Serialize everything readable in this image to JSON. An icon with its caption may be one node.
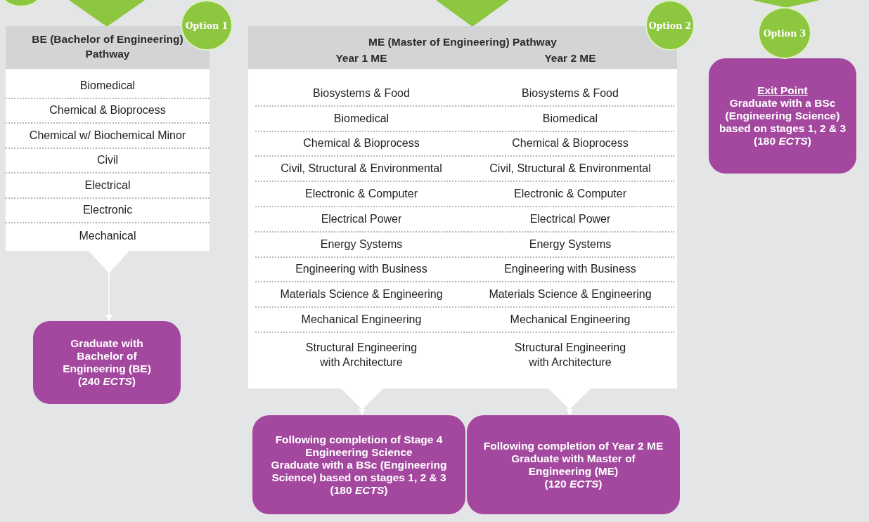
{
  "diagram": {
    "nodes": [
      {
        "text": [],
        "shape": "circle"
      },
      {
        "text": [
          "Option 1"
        ]
      },
      {
        "text": [
          "BE (Bachelor of Engineering) Pathway",
          "Biomedical",
          "Chemical & Bioprocess",
          "Chemical w/ Biochemical Minor",
          "Civil",
          "Electrical",
          "Electronic",
          "Mechanical"
        ]
      },
      {
        "text": [
          "Option 2"
        ]
      },
      {
        "text": [
          "ME (Master of Engineering) Pathway"
        ]
      },
      {
        "text": [
          "Year 1 ME",
          "Biosystems & Food",
          "Biomedical",
          "Chemical & Bioprocess",
          "Civil, Structural & Environmental",
          "Electronic & Computer",
          "Electrical Power",
          "Energy Systems",
          "Engineering with Business",
          "Materials Science & Engineering",
          "Mechanical Engineering",
          "Structural Engineering with Architecture"
        ],
        "in": 4
      },
      {
        "text": [
          "Year 2 ME",
          "Biosystems & Food",
          "Biomedical",
          "Chemical & Bioprocess",
          "Civil, Structural & Environmental",
          "Electronic & Computer",
          "Electrical Power",
          "Energy Systems",
          "Engineering with Business",
          "Materials Science & Engineering",
          "Mechanical Engineering",
          "Structural Engineering with Architecture"
        ],
        "in": 4
      },
      {
        "text": [
          "Option 3"
        ]
      },
      {
        "text": [
          "Exit Point",
          "Graduate with a BSc (Engineering Science)",
          "based on stages 1, 2 & 3",
          "(180 *ECTS*)"
        ]
      },
      {
        "text": [
          "Graduate with Bachelor of Engineering (BE)",
          "(240 *ECTS*)"
        ]
      },
      {
        "text": [
          "Following completion of Stage 4 Engineering Science",
          "Graduate with a BSc (Engineering Science) based on stages 1, 2 & 3",
          "(180 *ECTS*)"
        ]
      },
      {
        "text": [
          "Following completion of Year 2 ME",
          "Graduate with Master of Engineering (ME)",
          "(120 *ECTS*)"
        ]
      }
    ],
    "edges": [
      {
        "from": null,
        "to": 2,
        "arrow": "to",
        "color": "#8dc63f"
      },
      {
        "from": null,
        "to": 4,
        "arrow": "to",
        "color": "#8dc63f"
      },
      {
        "from": null,
        "to": 7,
        "arrow": "to",
        "color": "#8dc63f"
      },
      {
        "from": 2,
        "to": 9,
        "arrow": "to"
      },
      {
        "from": 4,
        "to": 10,
        "arrow": "to"
      },
      {
        "from": 4,
        "to": 11,
        "arrow": "to"
      }
    ]
  }
}
